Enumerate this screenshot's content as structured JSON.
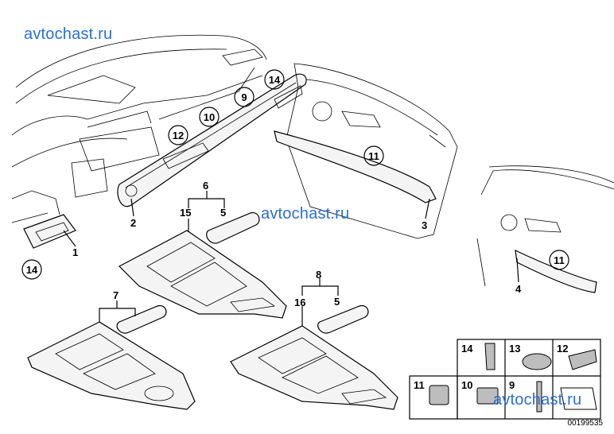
{
  "watermarks": {
    "top_left": "avtochast.ru",
    "middle": "avtochast.ru",
    "bottom_right": "avtochast.ru"
  },
  "diagram_ref": "00199535",
  "parts": {
    "p1": "1",
    "p2": "2",
    "p3": "3",
    "p4": "4",
    "p5a": "5",
    "p5b": "5",
    "p6": "6",
    "p7": "7",
    "p8": "8",
    "p15": "15",
    "p16": "16"
  },
  "circled": {
    "c14_top": "14",
    "c9": "9",
    "c10": "10",
    "c12": "12",
    "c11_door": "11",
    "c11_rear": "11",
    "c14_left": "14"
  },
  "legend": {
    "l14": "14",
    "l13": "13",
    "l12": "12",
    "l11": "11",
    "l10": "10",
    "l9": "9"
  }
}
